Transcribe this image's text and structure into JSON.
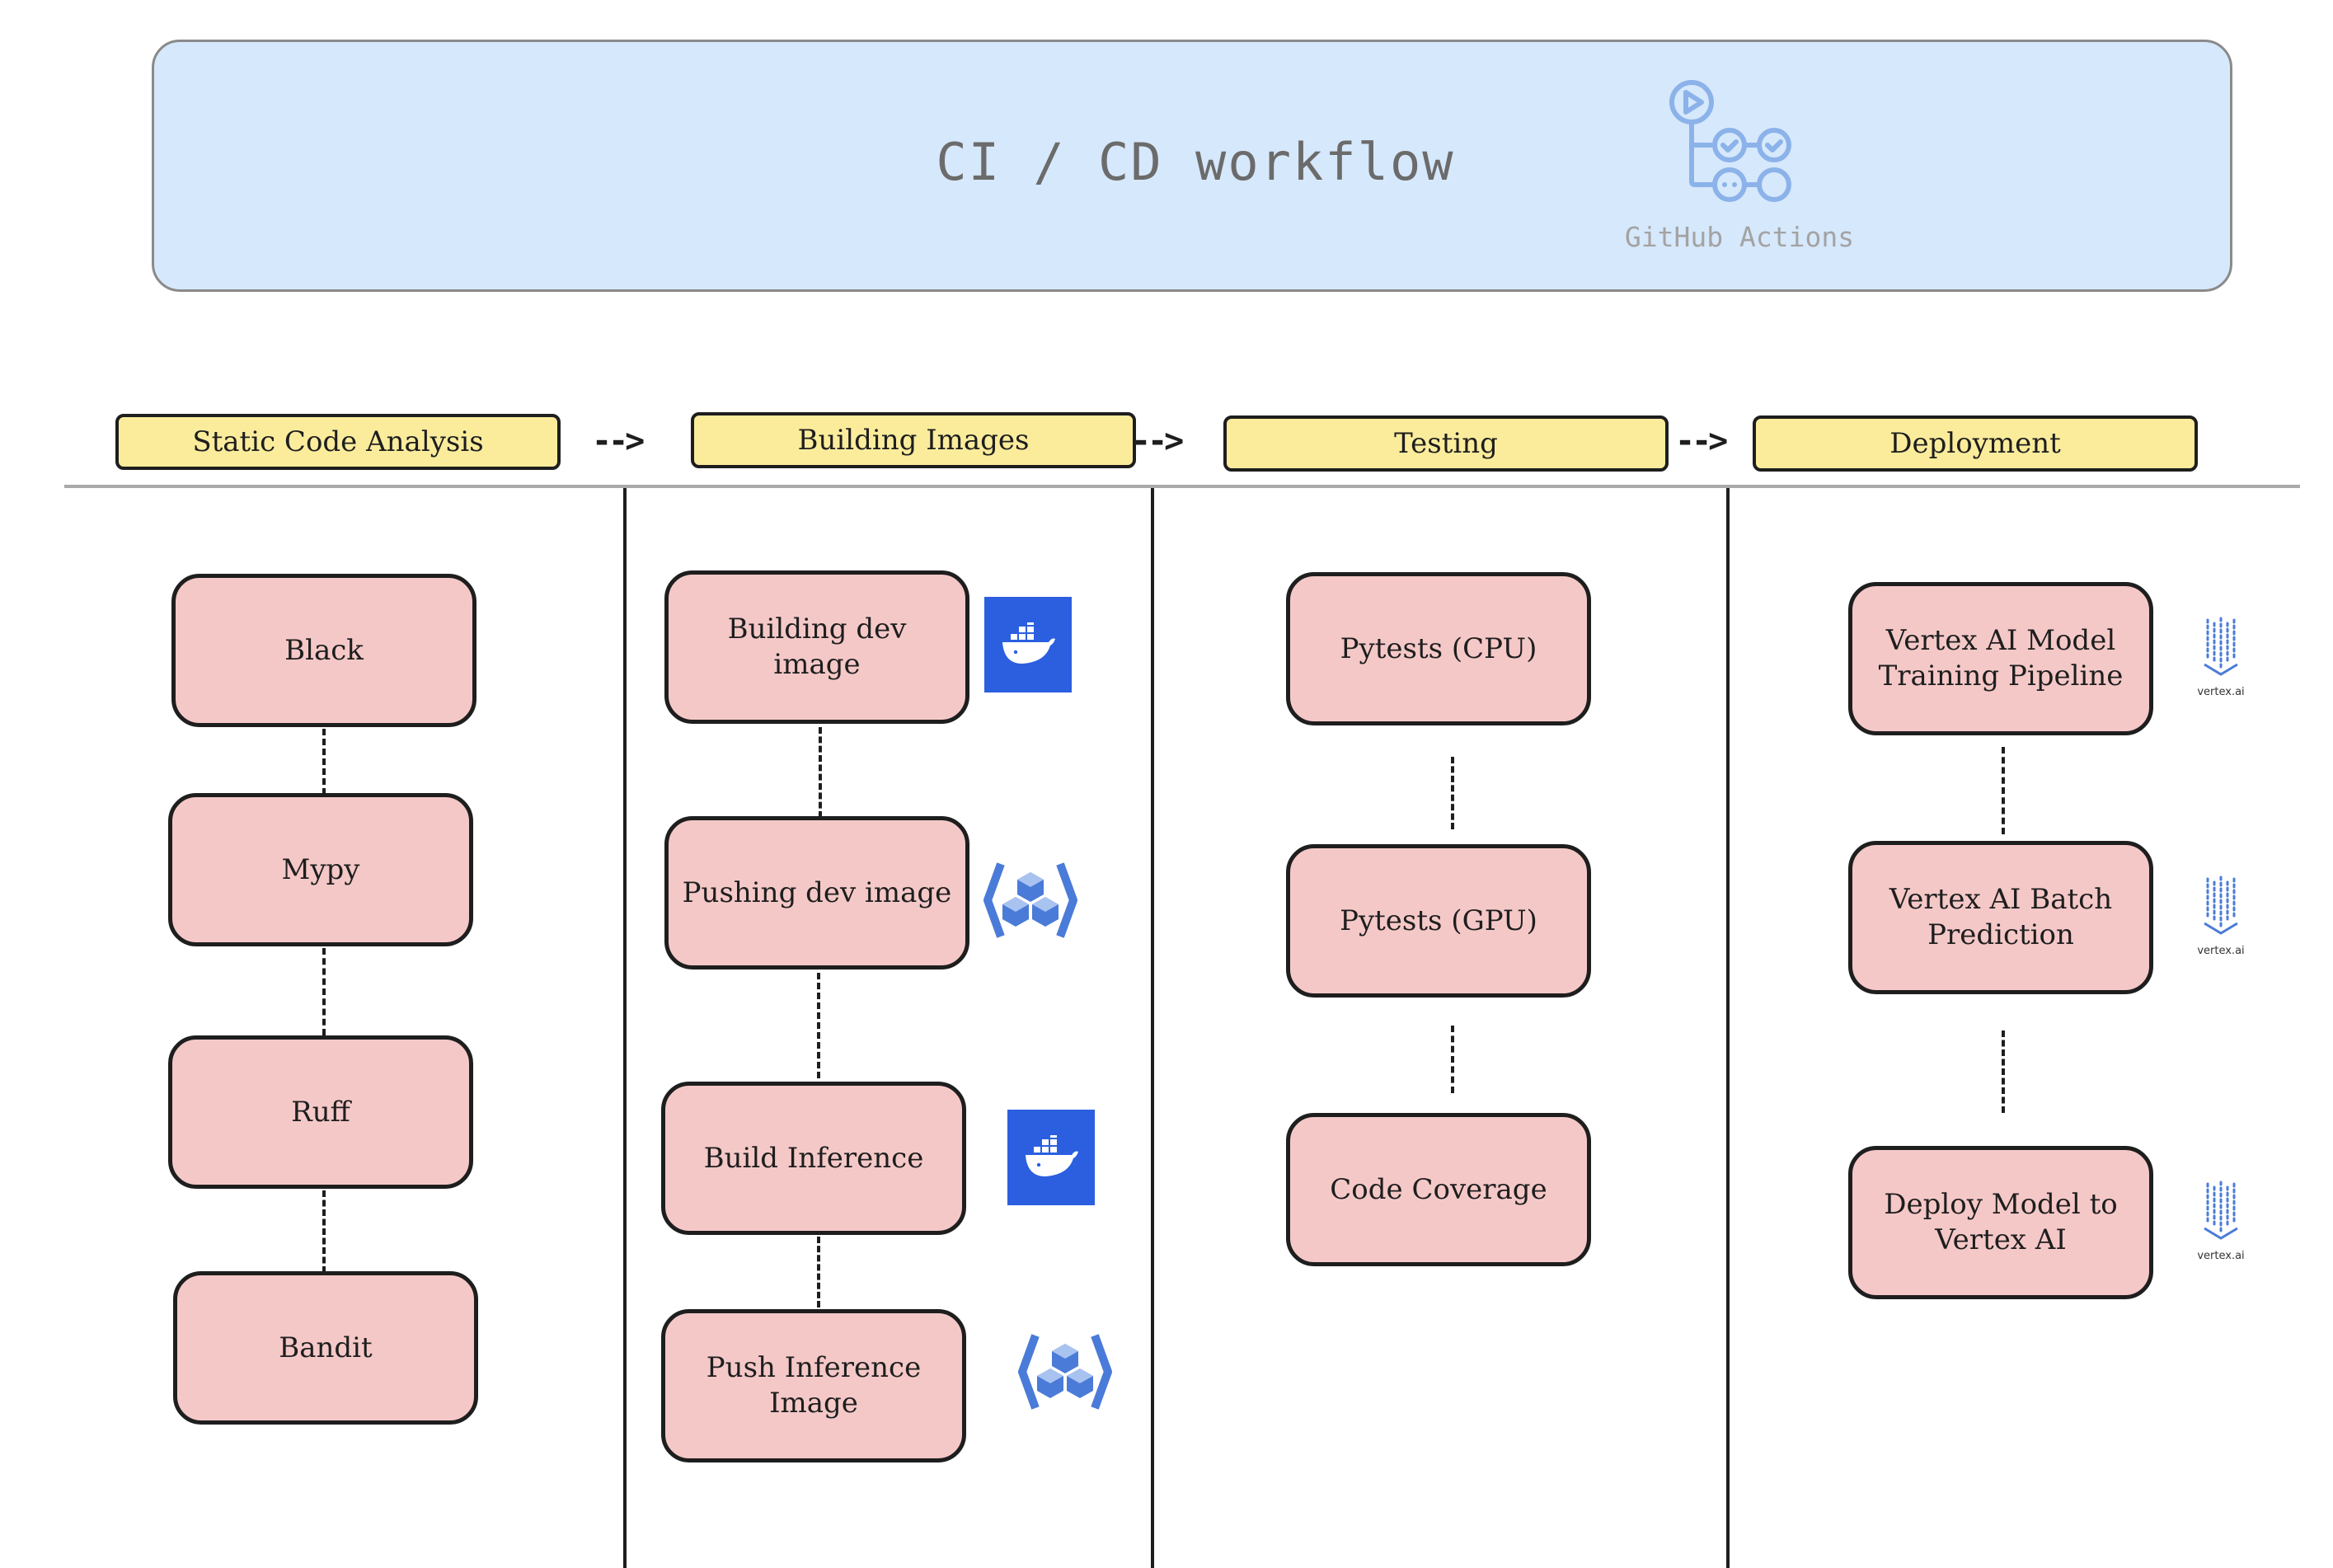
{
  "header": {
    "title": "CI / CD workflow",
    "logo_caption": "GitHub Actions",
    "logo_icon": "github-actions-icon"
  },
  "stages": [
    {
      "label": "Static Code Analysis"
    },
    {
      "label": "Building Images"
    },
    {
      "label": "Testing"
    },
    {
      "label": "Deployment"
    }
  ],
  "arrow_glyph": "-->",
  "columns": {
    "static": [
      "Black",
      "Mypy",
      "Ruff",
      "Bandit"
    ],
    "building": [
      "Building dev image",
      "Pushing dev image",
      "Build Inference",
      "Push Inference Image"
    ],
    "testing": [
      "Pytests (CPU)",
      "Pytests (GPU)",
      "Code Coverage"
    ],
    "deployment": [
      "Vertex AI Model Training Pipeline",
      "Vertex AI Batch Prediction",
      "Deploy Model to Vertex AI"
    ]
  },
  "icons": {
    "building": [
      "docker-icon",
      "artifact-registry-icon",
      "docker-icon",
      "artifact-registry-icon"
    ],
    "deployment": [
      "vertex-ai-icon",
      "vertex-ai-icon",
      "vertex-ai-icon"
    ],
    "vertex_caption": "vertex.ai"
  },
  "colors": {
    "banner_fill": "#d6e8fb",
    "stage_fill": "#fbec9c",
    "node_fill": "#f5c8c8",
    "docker_blue": "#2b5fe0",
    "gcp_blue": "#4a7bd8"
  }
}
